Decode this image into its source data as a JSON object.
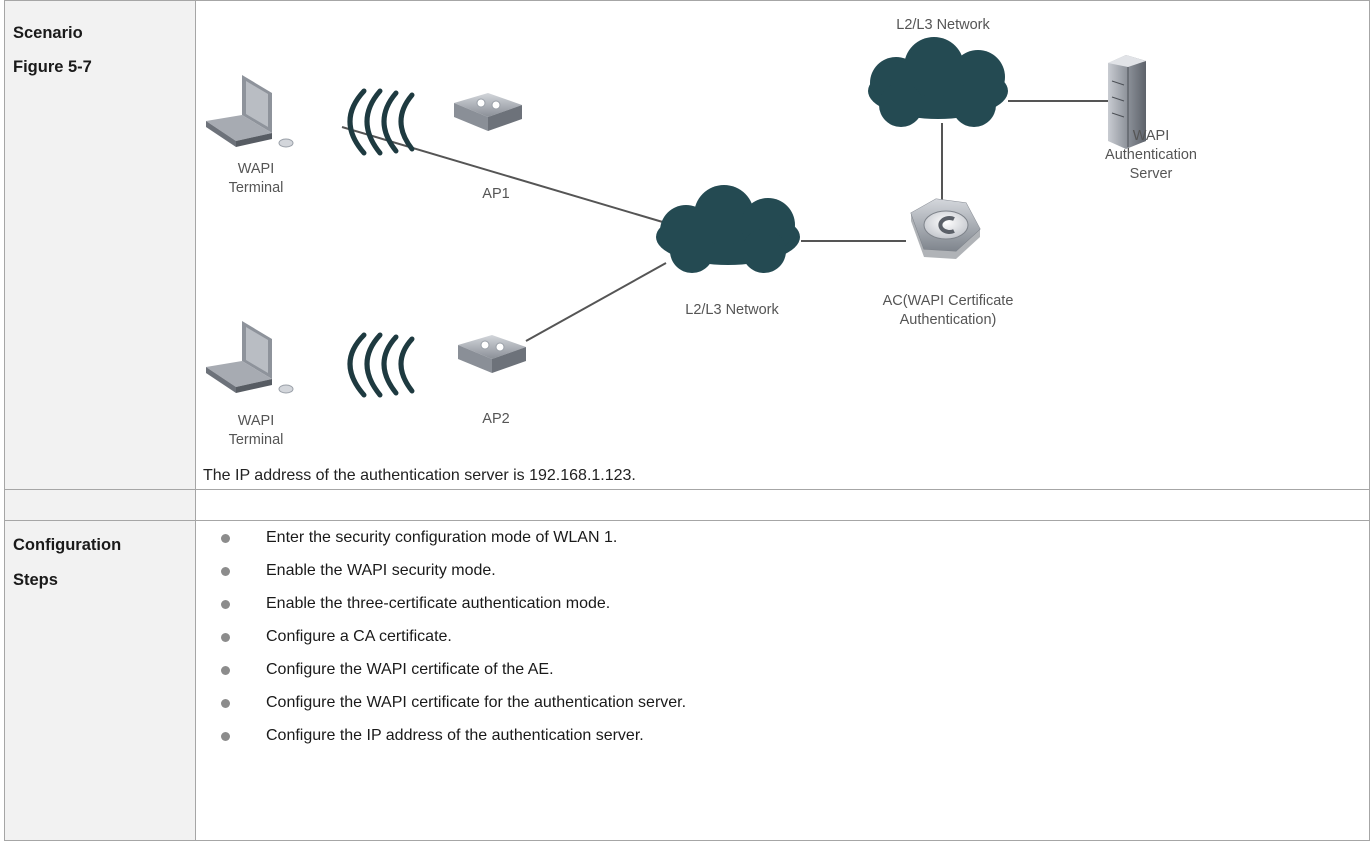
{
  "rows": {
    "scenario": {
      "label": "Scenario",
      "figure_label": "Figure 5-7"
    },
    "config": {
      "label_line1": "Configuration",
      "label_line2": "Steps"
    }
  },
  "diagram": {
    "top_network": "L2/L3 Network",
    "center_network": "L2/L3 Network",
    "server_line1": "WAPI",
    "server_line2": "Authentication",
    "server_line3": "Server",
    "ac_line1": "AC(WAPI Certificate",
    "ac_line2": "Authentication)",
    "terminal1_line1": "WAPI",
    "terminal1_line2": "Terminal",
    "terminal2_line1": "WAPI",
    "terminal2_line2": "Terminal",
    "ap1": "AP1",
    "ap2": "AP2",
    "caption": "The IP address of the authentication server is 192.168.1.123."
  },
  "steps": [
    "Enter the security configuration mode of WLAN 1.",
    "Enable the WAPI security mode.",
    "Enable the three-certificate authentication mode.",
    "Configure a CA certificate.",
    "Configure the WAPI certificate of the AE.",
    "Configure the WAPI certificate for the authentication server.",
    "Configure the IP address of the authentication server."
  ]
}
